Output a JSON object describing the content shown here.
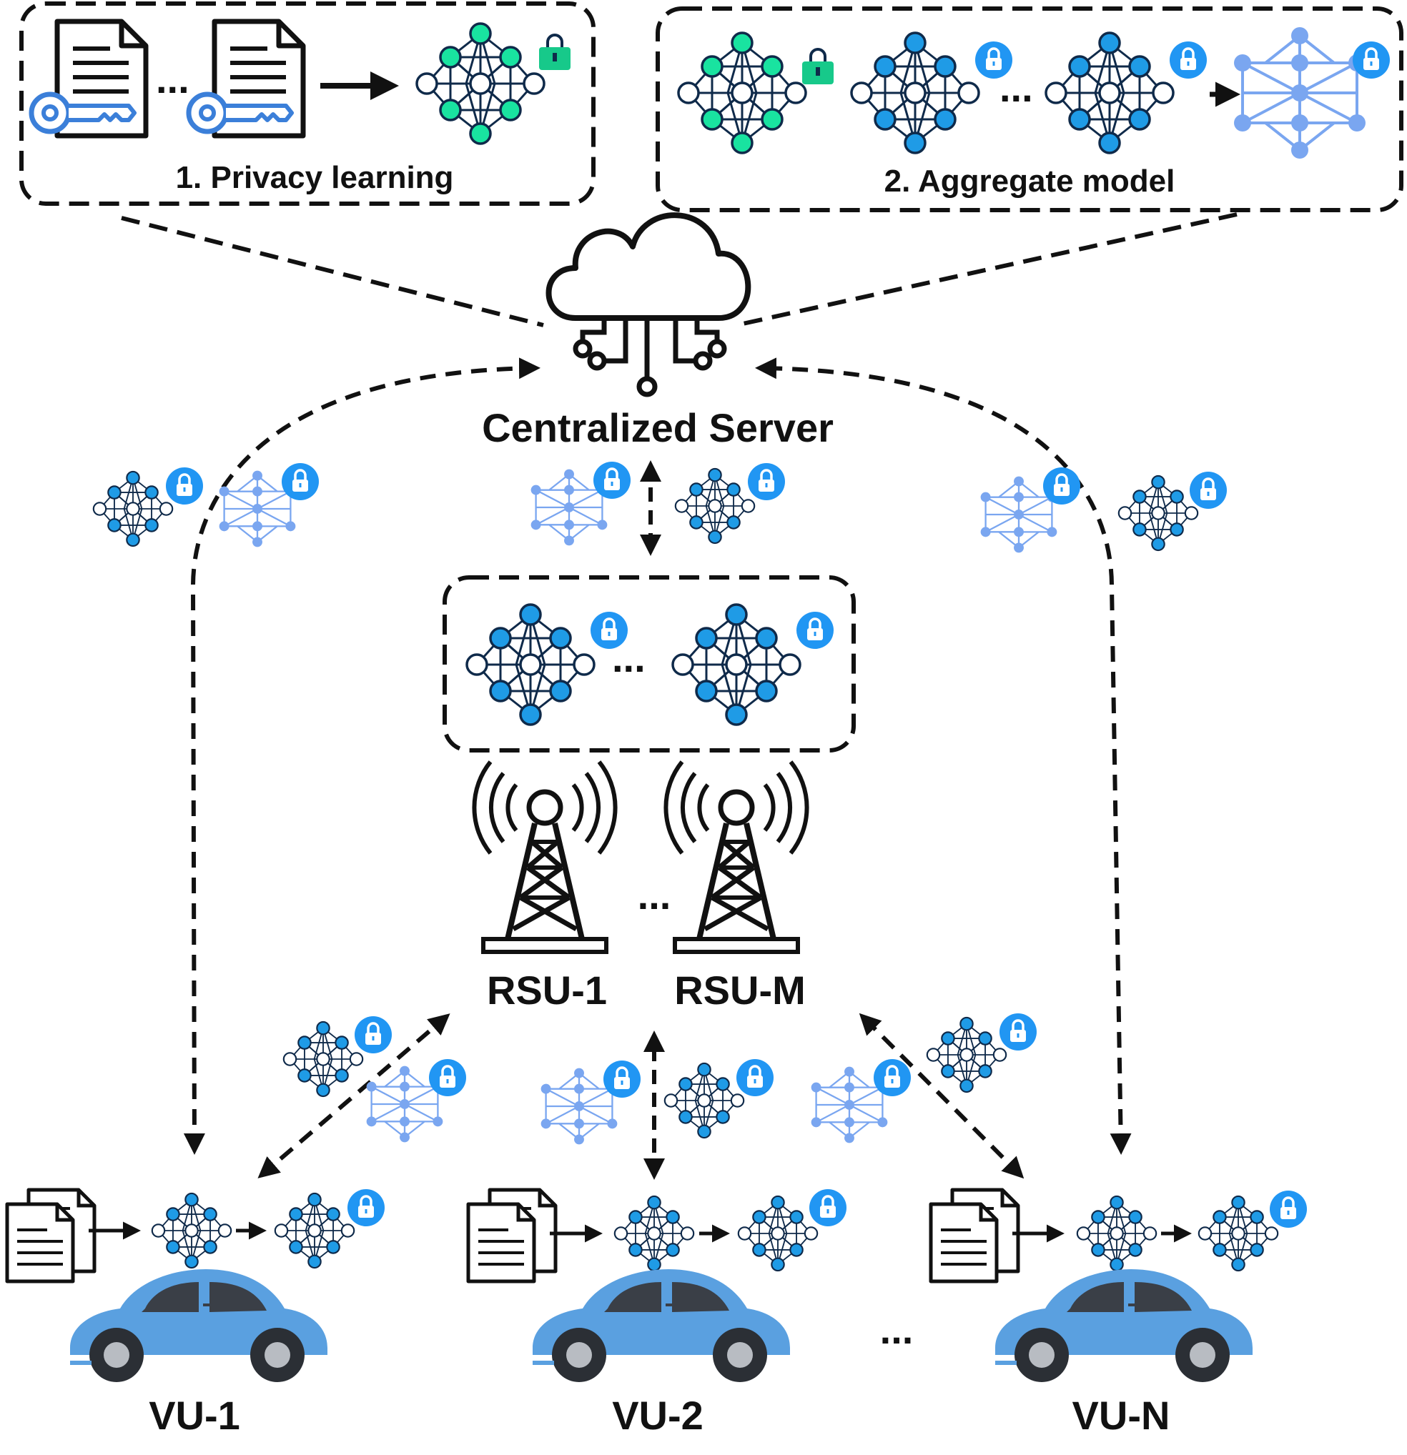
{
  "labels": {
    "privacy_learning": "1. Privacy learning",
    "aggregate_model": "2. Aggregate model",
    "server": "Centralized Server",
    "rsu_first": "RSU-1",
    "rsu_last": "RSU-M",
    "vu_1": "VU-1",
    "vu_2": "VU-2",
    "vu_n": "VU-N",
    "ellipsis": "..."
  },
  "colors": {
    "node_blue": "#1f9be6",
    "node_green": "#19e3a0",
    "node_stroke_dark": "#0f2a4a",
    "aggregated_light": "#7aa6f0",
    "lock_badge": "#2196f3",
    "lock_green": "#17c98a",
    "car_body": "#5aa0e0",
    "car_window": "#3a3f47",
    "key_blue": "#3b7fd9"
  },
  "icons": {
    "cloud": "cloud-server-icon",
    "tower": "radio-tower-icon",
    "car": "car-icon",
    "document": "document-icon",
    "key": "key-icon",
    "lock": "lock-icon",
    "network": "neural-network-icon"
  }
}
